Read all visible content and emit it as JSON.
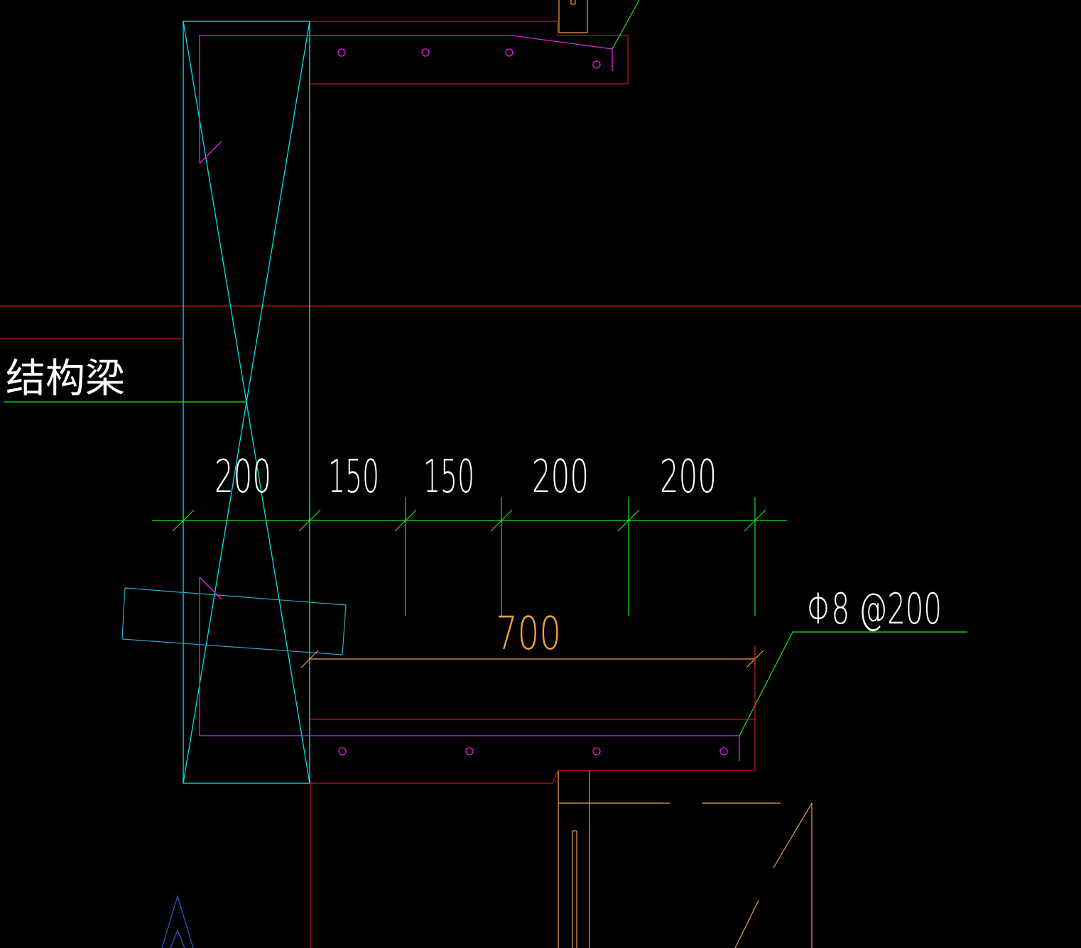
{
  "drawing": {
    "label_beam": "结构梁",
    "dimensions_top": [
      "200",
      "150",
      "150",
      "200",
      "200"
    ],
    "dimension_overall": "700",
    "rebar_note": "Φ8 @200"
  },
  "colors": {
    "background": "#000000",
    "cyan": "#00e6e6",
    "red": "#c8141e",
    "magenta": "#e61ee6",
    "green": "#19e619",
    "orange": "#f0a040",
    "blue": "#1e5ac8",
    "white": "#ffffff"
  }
}
